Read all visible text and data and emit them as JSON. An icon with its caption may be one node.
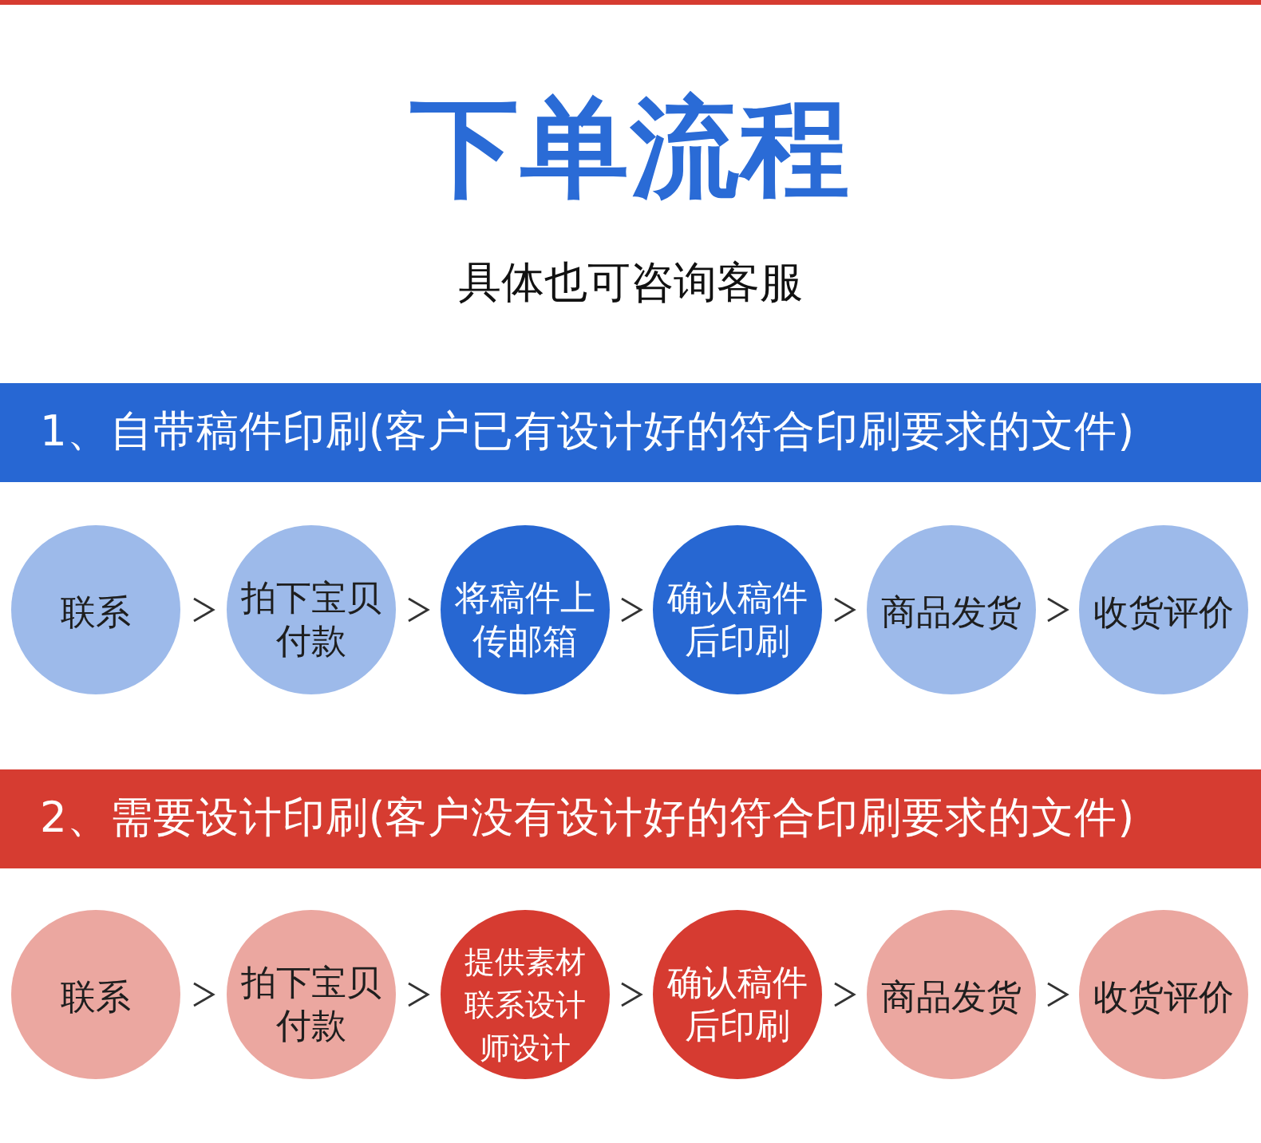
{
  "diagram": {
    "title": "下单流程",
    "nodes": [
      {
        "text": [
          "1、自带稿件印刷(客户已有设计好的符合印刷要求的文件)"
        ]
      },
      {
        "text": [
          "联系"
        ]
      },
      {
        "text": [
          "拍下宝贝付款"
        ]
      },
      {
        "text": [
          "将稿件上传邮箱"
        ]
      },
      {
        "text": [
          "确认稿件后印刷"
        ]
      },
      {
        "text": [
          "商品发货"
        ]
      },
      {
        "text": [
          "收货评价"
        ]
      },
      {
        "text": [
          "2、需要设计印刷(客户没有设计好的符合印刷要求的文件)"
        ]
      },
      {
        "text": [
          "联系"
        ]
      },
      {
        "text": [
          "拍下宝贝付款"
        ]
      },
      {
        "text": [
          "提供素材联系设计师设计"
        ]
      },
      {
        "text": [
          "确认稿件后印刷"
        ]
      },
      {
        "text": [
          "商品发货"
        ]
      },
      {
        "text": [
          "收货评价"
        ]
      }
    ],
    "edges": [
      {
        "from": 1,
        "to": 2,
        "arrow": "to"
      },
      {
        "from": 2,
        "to": 3,
        "arrow": "to"
      },
      {
        "from": 3,
        "to": 4,
        "arrow": "to"
      },
      {
        "from": 4,
        "to": 5,
        "arrow": "to"
      },
      {
        "from": 5,
        "to": 6,
        "arrow": "to"
      },
      {
        "from": 8,
        "to": 9,
        "arrow": "to"
      },
      {
        "from": 9,
        "to": 10,
        "arrow": "to"
      },
      {
        "from": 10,
        "to": 11,
        "arrow": "to"
      },
      {
        "from": 11,
        "to": 12,
        "arrow": "to"
      },
      {
        "from": 12,
        "to": 13,
        "arrow": "to"
      }
    ],
    "labels": [
      "具体也可咨询客服"
    ]
  }
}
